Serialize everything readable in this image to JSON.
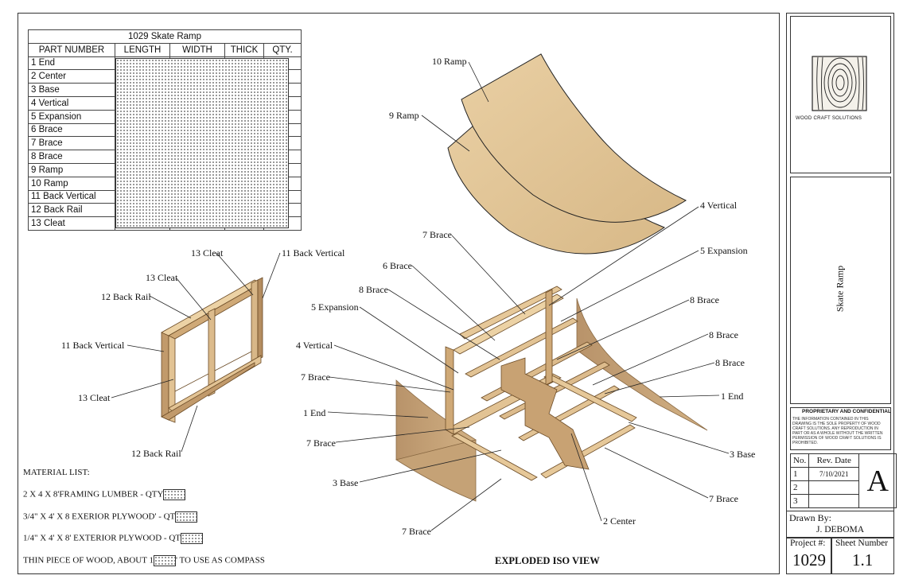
{
  "table": {
    "title": "1029 Skate Ramp",
    "headers": [
      "PART NUMBER",
      "LENGTH",
      "WIDTH",
      "THICK",
      "QTY."
    ],
    "parts": [
      "1 End",
      "2 Center",
      "3 Base",
      "4 Vertical",
      "5 Expansion",
      "6 Brace",
      "7 Brace",
      "8 Brace",
      "9 Ramp",
      "10 Ramp",
      "11 Back Vertical",
      "12 Back Rail",
      "13 Cleat"
    ]
  },
  "frame_labels": {
    "cleat_top": "13 Cleat",
    "back_vertical_top": "11 Back Vertical",
    "cleat_mid": "13 Cleat",
    "back_rail_top": "12 Back Rail",
    "back_vertical_left": "11 Back Vertical",
    "cleat_bottom": "13 Cleat",
    "back_rail_bottom": "12 Back Rail"
  },
  "material_list": {
    "heading": "MATERIAL LIST:",
    "items": [
      {
        "before": "2 X 4 X 8'FRAMING LUMBER - QTY",
        "after": ""
      },
      {
        "before": "3/4\" X 4' X 8 EXERIOR PLYWOOD' - QT",
        "after": ""
      },
      {
        "before": "1/4\" X 4' X 8' EXTERIOR PLYWOOD - QT",
        "after": ""
      },
      {
        "before": "THIN PIECE OF WOOD, ABOUT 1",
        "after": "' TO USE AS COMPASS"
      }
    ]
  },
  "iso_labels": {
    "ramp10": "10 Ramp",
    "ramp9": "9 Ramp",
    "vertical4_r": "4 Vertical",
    "expansion5_r": "5 Expansion",
    "brace7_t": "7 Brace",
    "brace6": "6 Brace",
    "brace8_l": "8 Brace",
    "expansion5_l": "5 Expansion",
    "vertical4_l": "4 Vertical",
    "brace7_l": "7 Brace",
    "end1_l": "1 End",
    "brace7_l2": "7 Brace",
    "base3_l": "3 Base",
    "brace7_b": "7 Brace",
    "brace8_r1": "8 Brace",
    "brace8_r2": "8 Brace",
    "brace8_r3": "8 Brace",
    "end1_r": "1 End",
    "base3_r": "3 Base",
    "brace7_r": "7 Brace",
    "center2": "2 Center",
    "view_title": "EXPLODED ISO VIEW"
  },
  "title_block": {
    "company": "WOOD CRAFT SOLUTIONS",
    "project_name": "Skate Ramp",
    "proprietary_heading": "PROPRIETARY AND CONFIDENTIAL",
    "proprietary_text": "THE INFORMATION CONTAINED IN THIS DRAWING IS THE SOLE PROPERTY OF WOOD CRAFT SOLUTIONS. ANY REPRODUCTION IN PART OR AS A WHOLE WITHOUT THE WRITTEN PERMISSION OF WOOD CRAFT SOLUTIONS IS PROHIBITED.",
    "rev_headers": [
      "No.",
      "Rev. Date"
    ],
    "revisions": [
      {
        "no": "1",
        "date": "7/10/2021"
      },
      {
        "no": "2",
        "date": ""
      },
      {
        "no": "3",
        "date": ""
      }
    ],
    "rev_letter": "A",
    "drawn_by_label": "Drawn By:",
    "drawn_by": "J. DEBOMA",
    "project_num_label": "Project #:",
    "project_num": "1029",
    "sheet_label": "Sheet Number",
    "sheet_num": "1.1"
  },
  "colors": {
    "wood": "#d9b98a",
    "wood_dark": "#b08a5a",
    "plywood": "#e4c79a",
    "end_panel": "#c9a679"
  }
}
